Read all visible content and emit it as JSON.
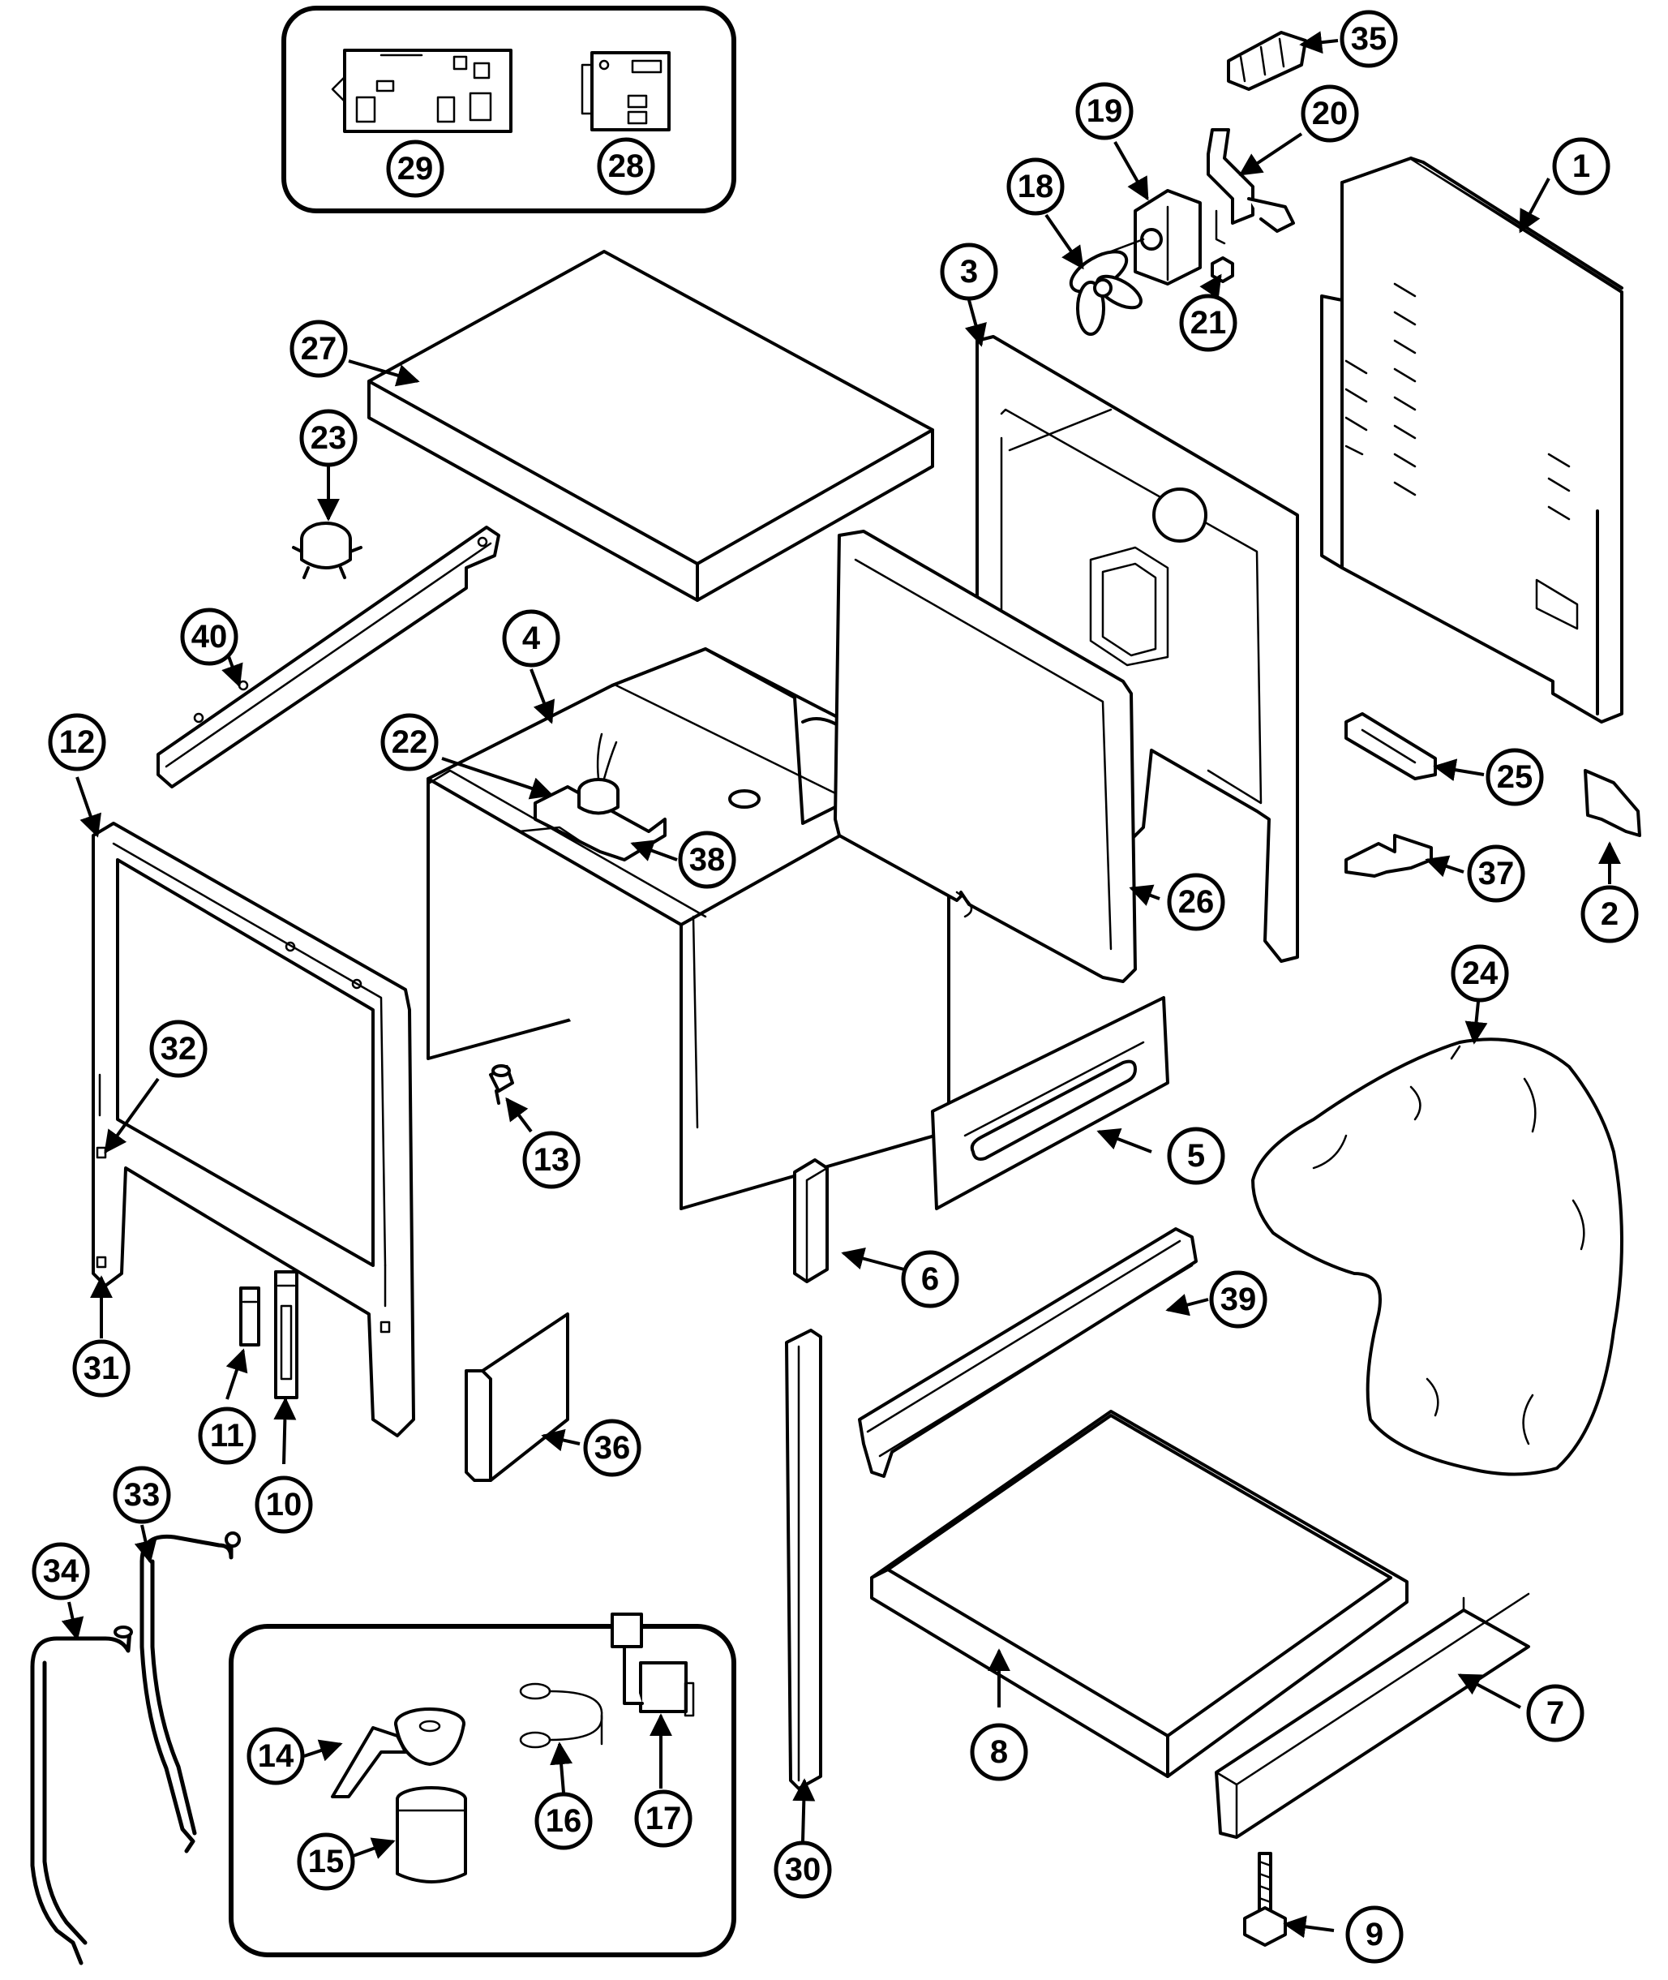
{
  "parts": [
    {
      "label": "1"
    },
    {
      "label": "2"
    },
    {
      "label": "3"
    },
    {
      "label": "4"
    },
    {
      "label": "5"
    },
    {
      "label": "6"
    },
    {
      "label": "7"
    },
    {
      "label": "8"
    },
    {
      "label": "9"
    },
    {
      "label": "10"
    },
    {
      "label": "11"
    },
    {
      "label": "12"
    },
    {
      "label": "13"
    },
    {
      "label": "14"
    },
    {
      "label": "15"
    },
    {
      "label": "16"
    },
    {
      "label": "17"
    },
    {
      "label": "18"
    },
    {
      "label": "19"
    },
    {
      "label": "20"
    },
    {
      "label": "21"
    },
    {
      "label": "22"
    },
    {
      "label": "23"
    },
    {
      "label": "24"
    },
    {
      "label": "25"
    },
    {
      "label": "26"
    },
    {
      "label": "27"
    },
    {
      "label": "28"
    },
    {
      "label": "29"
    },
    {
      "label": "30"
    },
    {
      "label": "31"
    },
    {
      "label": "32"
    },
    {
      "label": "33"
    },
    {
      "label": "34"
    },
    {
      "label": "35"
    },
    {
      "label": "36"
    },
    {
      "label": "37"
    },
    {
      "label": "38"
    },
    {
      "label": "39"
    },
    {
      "label": "40"
    }
  ]
}
